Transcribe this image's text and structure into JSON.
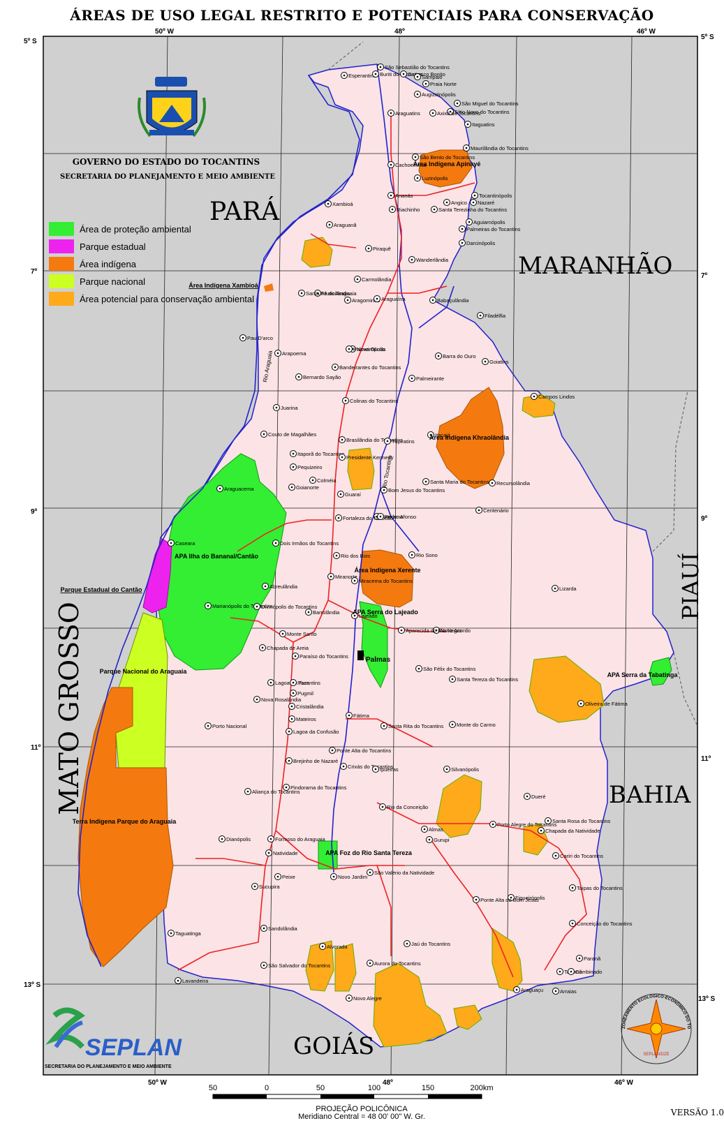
{
  "title": "ÁREAS DE USO LEGAL RESTRITO E POTENCIAIS PARA CONSERVAÇÃO",
  "header": {
    "gov": "GOVERNO DO ESTADO DO TOCANTINS",
    "sec": "SECRETARIA DO PLANEJAMENTO E MEIO AMBIENTE"
  },
  "legend": [
    {
      "label": "Área de proteção ambiental",
      "color": "#33ee33"
    },
    {
      "label": "Parque estadual",
      "color": "#ee22ee"
    },
    {
      "label": "Área indígena",
      "color": "#f47a10"
    },
    {
      "label": "Parque nacional",
      "color": "#ccff22"
    },
    {
      "label": "Área potencial para conservação ambiental",
      "color": "#ffaa1a"
    }
  ],
  "neighbors": {
    "para": "PARÁ",
    "maranhao": "MARANHÃO",
    "piaui": "PIAUÍ",
    "bahia": "BAHIA",
    "goias": "GOIÁS",
    "matogrosso": "MATO GROSSO"
  },
  "grid": {
    "top_50w": "50º W",
    "top_48": "48º",
    "top_46w": "46º W",
    "bot_50w": "50º W",
    "bot_48": "48º",
    "bot_46w": "46º W",
    "left_5s": "5º S",
    "left_7": "7º",
    "left_9": "9º",
    "left_11": "11º",
    "left_13s": "13º S",
    "right_5s": "5º S",
    "right_7": "7º",
    "right_9": "9º",
    "right_11": "11º",
    "right_13s": "13º S"
  },
  "areas": {
    "apinaye": "Área Indígena Apinayé",
    "xambioa": "Área Indígena Xambioá",
    "kraholandia": "Área Indígena Khraolândia",
    "xerente": "Área Indígena Xerente",
    "bananal": "APA Ilha do Bananal/Cantão",
    "cantao": "Parque Estadual do Cantão",
    "pn_araguaia": "Parque Nacional do Araguaia",
    "ti_araguaia": "Terra Indígena Parque do Araguaia",
    "lajeado": "APA Serra do Lajeado",
    "tabatinga": "APA Serra da Tabatinga",
    "foz": "APA Foz do Rio Santa Tereza"
  },
  "capital": "Palmas",
  "cities": [
    "São Sebastião do Tocantins",
    "Esperantina",
    "Buriti do Tocantins",
    "Carrasco Bonito",
    "Sampaio",
    "Praia Norte",
    "Augustinópolis",
    "São Miguel do Tocantins",
    "Sítio Novo do Tocantins",
    "Araguatins",
    "Axixá do Tocantins",
    "Itaguatins",
    "Maurilândia do Tocantins",
    "São Bento do Tocantins",
    "Cachoeirinha",
    "Luzinópolis",
    "Xambioá",
    "Ananás",
    "Angico",
    "Nazaré",
    "Tocantinópolis",
    "Riachinho",
    "Santa Terezinha do Tocantins",
    "Aguiarnópolis",
    "Araguanã",
    "Palmeiras do Tocantins",
    "Piraquê",
    "Darcinópolis",
    "Wanderlândia",
    "Carmolândia",
    "Muricilândia",
    "Santa Fé do Araguaia",
    "Aragominas",
    "Araguaína",
    "Babaçulândia",
    "Filadélfia",
    "Pau D'arco",
    "Arapoema",
    "Nova Olinda",
    "Barra do Ouro",
    "Goiatins",
    "Bandeirantes do Tocantins",
    "Bernardo Sayão",
    "Palmeirante",
    "Campos Lindos",
    "Juarina",
    "Colinas do Tocantins",
    "Couto de Magalhães",
    "Brasilândia do Tocantins",
    "Tupiratins",
    "Tupirama",
    "Itacajá",
    "Itaporã do Tocantins",
    "Presidente Kennedy",
    "Pequizeiro",
    "Colméia",
    "Goianorte",
    "Santa Maria do Tocantins",
    "Recursolândia",
    "Araguacema",
    "Guaraí",
    "Bom Jesus do Tocantins",
    "Centenário",
    "Fortaleza do Tabocão",
    "Pedro Afonso",
    "Caseara",
    "Dois Irmãos do Tocantins",
    "Rio Sono",
    "Rio dos Bois",
    "Miranorte",
    "Miracema do Tocantins",
    "Abreulândia",
    "Marianópolis do Tocantins",
    "Lizarda",
    "Divinópolis do Tocantins",
    "Barrolândia",
    "Lajeado",
    "Novo Acordo",
    "Aparecida do Rio Negro",
    "Monte Santo",
    "Chapada de Areia",
    "Paraíso do Tocantins",
    "São Félix do Tocantins",
    "Santa Tereza do Tocantins",
    "Lagoa do Tocantins",
    "Pium",
    "Pugmil",
    "Nova Rosalândia",
    "Cristalândia",
    "Oliveira de Fátima",
    "Mateiros",
    "Fátima",
    "Porto Nacional",
    "Lagoa da Confusão",
    "Santa Rita do Tocantins",
    "Monte do Carmo",
    "Ponte Alta do Tocantins",
    "Brejinho de Nazaré",
    "Crixás do Tocantins",
    "Ipueiras",
    "Silvanópolis",
    "Pindorama do Tocantins",
    "Aliança do Tocantins",
    "Dueré",
    "Rio da Conceição",
    "Santa Rosa do Tocantins",
    "Porto Alegre do Tocantins",
    "Almas",
    "Chapada da Natividade",
    "Dianópolis",
    "Formoso do Araguaia",
    "Gurupi",
    "Natividade",
    "Cariri do Tocantins",
    "Novo Jardim",
    "São Valério da Natividade",
    "Peixe",
    "Sucupira",
    "Figueirópolis",
    "Taipas do Tocantins",
    "Ponte Alta do Bom Jesus",
    "Conceição do Tocantins",
    "Taguatinga",
    "Sandolândia",
    "Alvorada",
    "Jaú do Tocantins",
    "Paranã",
    "Aurora do Tocantins",
    "São Salvador do Tocantins",
    "Talismã",
    "Combinado",
    "Lavandeira",
    "Araguaçu",
    "Arraias",
    "Novo Alegre",
    "Palmeirópolis"
  ],
  "rivers": {
    "araguaia": "Rio Araguaia",
    "tocantins": "Rio Tocantins"
  },
  "scale": {
    "ticks": [
      "50",
      "0",
      "50",
      "100",
      "150",
      "200km"
    ],
    "proj": "PROJEÇÃO POLICÔNICA",
    "merid": "Meridiano Central = 48 00' 00\" W. Gr."
  },
  "seplan": {
    "brand": "SEPLAN",
    "sub": "SECRETARIA DO PLANEJAMENTO E MEIO AMBIENTE"
  },
  "seal": {
    "text": "ZONEAMENTO ECOLÓGICO-ECONÔMICO DO TOCANTINS",
    "tag": "SEPLAN/DZE"
  },
  "version": "VERSÃO 1.0",
  "colors": {
    "state": "#fbe3e6",
    "outside": "#d0d0d0",
    "river": "#2222cc",
    "road": "#ee2222"
  }
}
